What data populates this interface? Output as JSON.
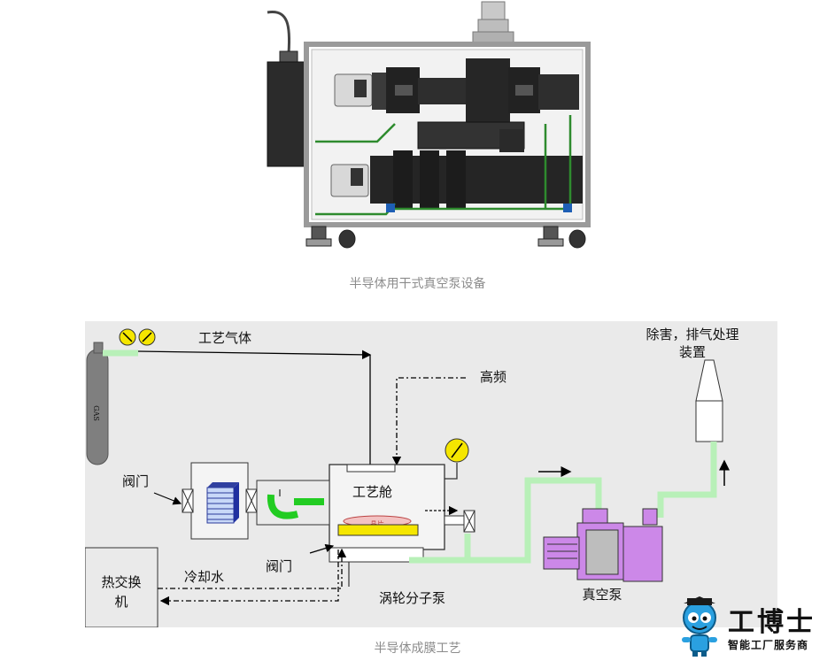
{
  "figure1": {
    "caption": "半导体用干式真空泵设备"
  },
  "figure2": {
    "caption": "半导体成膜工艺",
    "labels": {
      "process_gas": "工艺气体",
      "rf": "高频",
      "abatement_line1": "除害，排气处理",
      "abatement_line2": "装置",
      "gas_bottle": "GAS",
      "valve_left": "阀门",
      "valve_bottom": "阀门",
      "chamber": "工艺舱",
      "wafer": "晶片",
      "heat_exchanger_line1": "热交换",
      "heat_exchanger_line2": "机",
      "cooling_water": "冷却水",
      "turbo_pump": "涡轮分子泵",
      "vacuum_pump": "真空泵"
    }
  },
  "logo": {
    "title": "工博士",
    "subtitle": "智能工厂服务商"
  },
  "colors": {
    "diagram_bg": "#eaeaea",
    "green_pipe": "#b8f0b8",
    "green_line": "#2e8b2e",
    "purple": "#cc88e8",
    "yellow": "#f5e600",
    "dark_gray": "#2b2b2b"
  }
}
